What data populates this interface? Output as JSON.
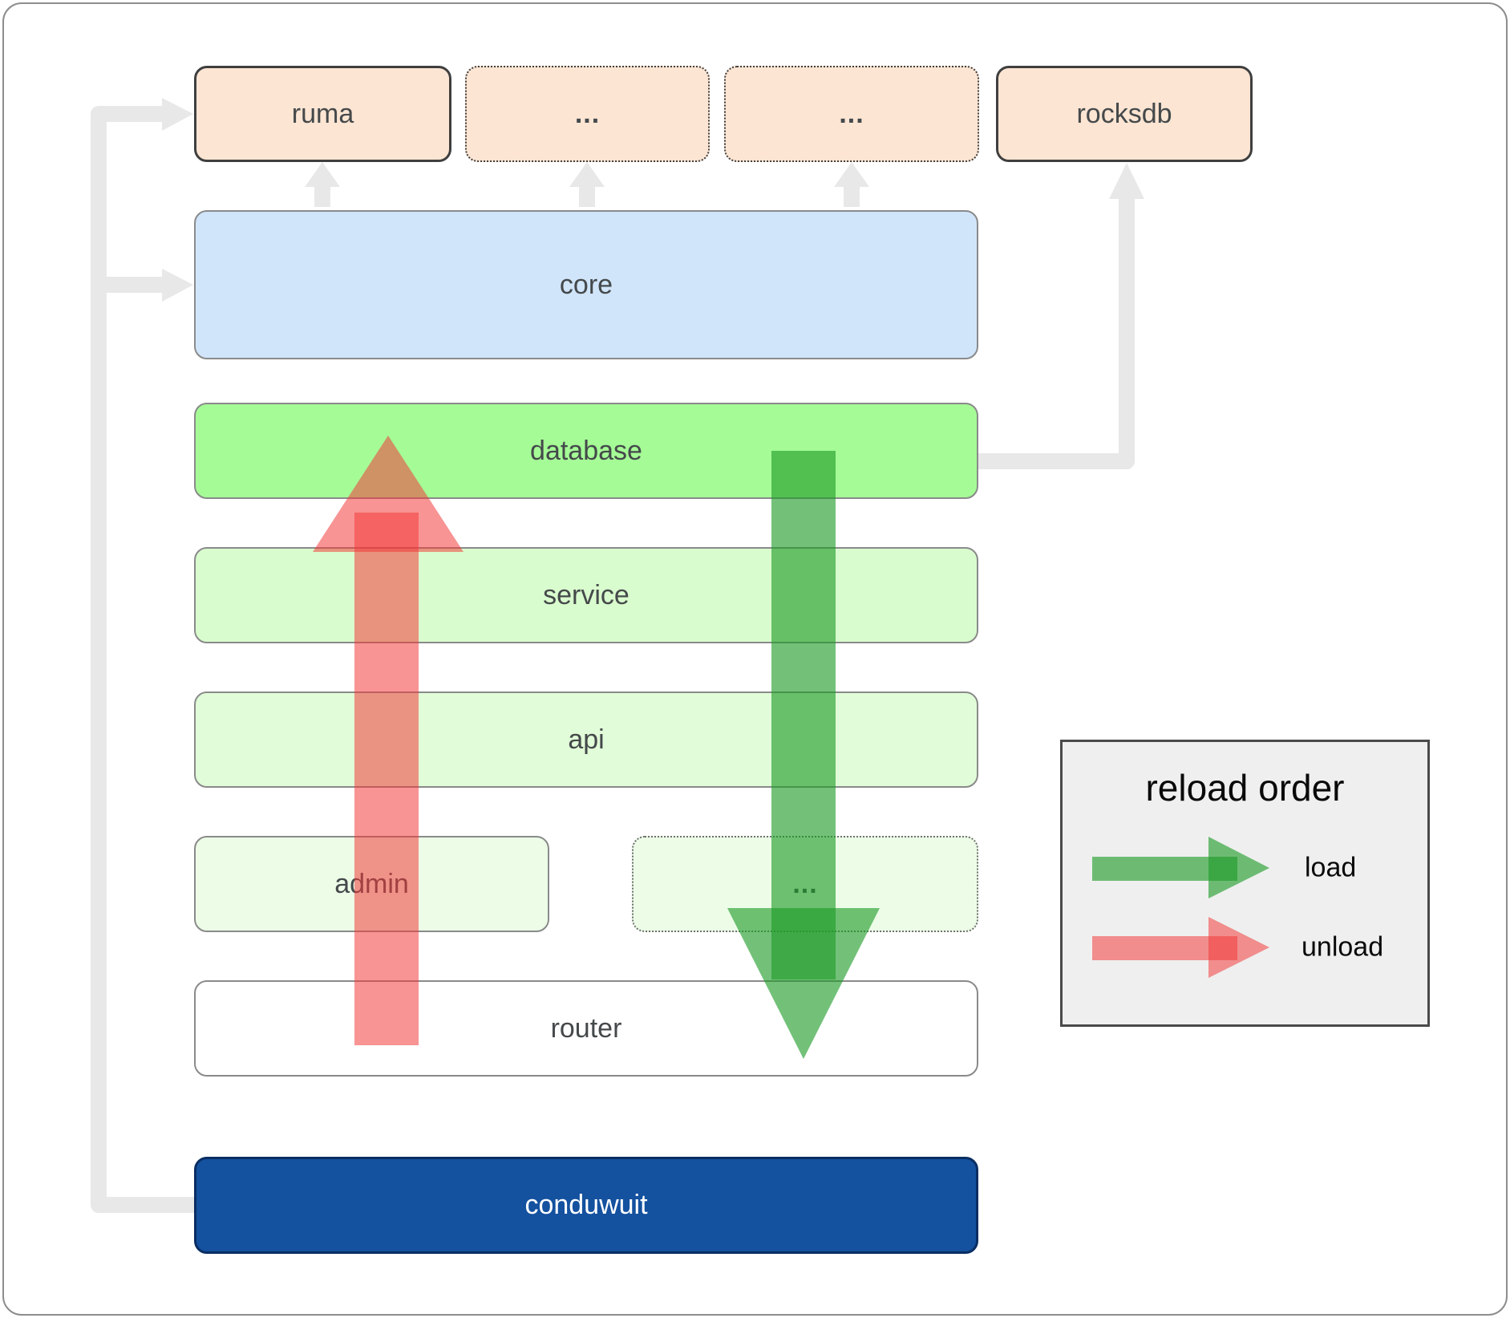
{
  "top_row": [
    {
      "label": "ruma"
    },
    {
      "label": "..."
    },
    {
      "label": "..."
    },
    {
      "label": "rocksdb"
    }
  ],
  "layers": {
    "core": "core",
    "database": "database",
    "service": "service",
    "api": "api",
    "router": "router"
  },
  "admin_row": {
    "admin": "admin",
    "more": "..."
  },
  "bottom": {
    "label": "conduwuit"
  },
  "legend": {
    "title": "reload order",
    "load_label": "load",
    "unload_label": "unload"
  },
  "arrows": {
    "load": {
      "direction": "down",
      "color": "#1d9b27"
    },
    "unload": {
      "direction": "up",
      "color": "#f23939"
    }
  },
  "colors": {
    "peach_box": "#fce5d3",
    "core_blue": "#d0e5fa",
    "database_green": "#a5fb96",
    "service_green": "#d9fcce",
    "api_green": "#e1fcd8",
    "admin_green": "#ecfce7",
    "conduwuit_blue": "#14519f",
    "connector_gray": "#e8e8e8",
    "legend_bg": "#efefef"
  }
}
